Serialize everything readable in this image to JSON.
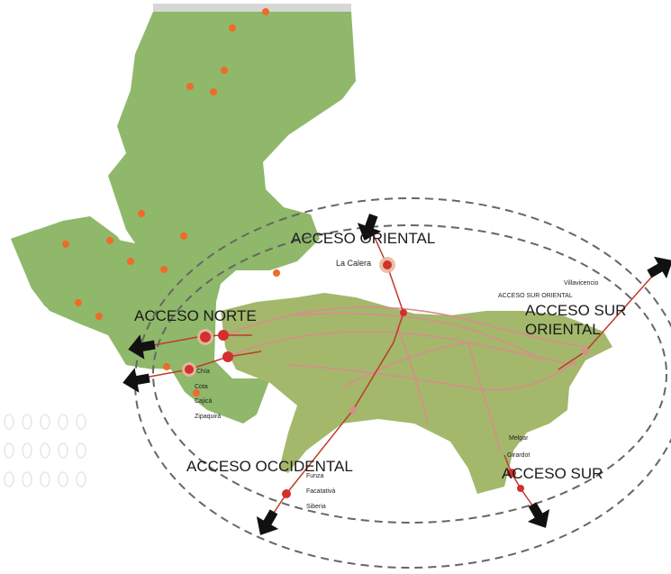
{
  "labels": {
    "acceso_oriental": "ACCESO ORIENTAL",
    "acceso_norte": "ACCESO NORTE",
    "acceso_sur_oriental_line1": "ACCESO SUR",
    "acceso_sur_oriental_line2": "ORIENTAL",
    "acceso_occidental": "ACCESO OCCIDENTAL",
    "acceso_sur": "ACCESO SUR"
  },
  "places": {
    "la_calera": "La Calera",
    "villavicencio": "Villavicencio",
    "acceso_sur_oriental_small": "ACCESO SUR ORIENTAL",
    "chia": "Chía",
    "cota": "Cota",
    "cajica": "Cajicá",
    "zipaquira": "Zipaquirá",
    "melgar": "Melgar",
    "girardot": "Girardot",
    "funza": "Funza",
    "facatativa": "Facatativá",
    "siberia": "Siberia"
  },
  "colors": {
    "region_fill": "#8fb86a",
    "urban_fill": "#a3b86b",
    "road": "#c0392b",
    "node": "#d32f2f",
    "village_dot": "#f06a2a",
    "ring": "#666666"
  }
}
